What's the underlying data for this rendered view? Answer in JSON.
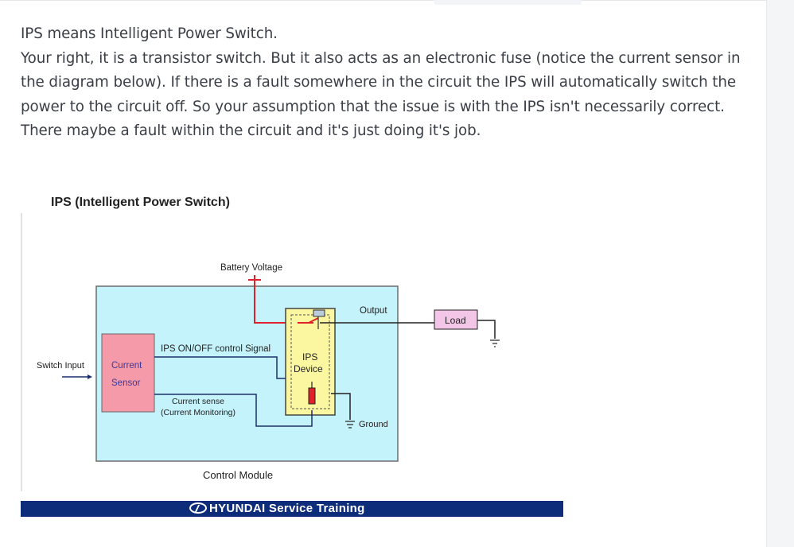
{
  "post": {
    "paragraphs": [
      "IPS means Intelligent Power Switch.",
      "Your right, it is a transistor switch. But it also acts as an electronic fuse (notice the current sensor in the diagram below). If there is a fault somewhere in the circuit the IPS will automatically switch the power to the circuit off. So your assumption that the issue is with the IPS isn't necessarily correct. There maybe a fault within the circuit and it's just doing it's job."
    ]
  },
  "figure": {
    "title": "IPS (Intelligent Power Switch)",
    "labels": {
      "battery_voltage": "Battery Voltage",
      "output": "Output",
      "load": "Load",
      "ips_control_signal": "IPS ON/OFF control Signal",
      "ips_device_line1": "IPS",
      "ips_device_line2": "Device",
      "switch_input": "Switch Input",
      "current_sensor_line1": "Current",
      "current_sensor_line2": "Sensor",
      "current_sense_line1": "Current sense",
      "current_sense_line2": "(Current Monitoring)",
      "ground": "Ground",
      "control_module": "Control Module"
    },
    "banner": {
      "brand": "HYUNDAI Service Training"
    },
    "colors": {
      "module_fill": "#c5f3fb",
      "sensor_fill": "#f59aa8",
      "ips_fill": "#fbf7a0",
      "load_fill": "#f3c6e7",
      "wire": "#1c2f6e",
      "power_red": "#e0202a",
      "banner": "#0d2d7a"
    }
  }
}
